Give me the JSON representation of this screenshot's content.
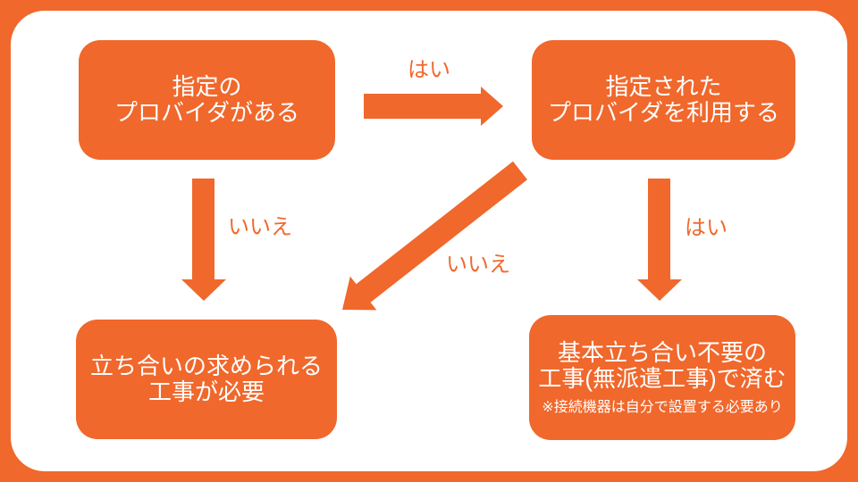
{
  "colors": {
    "orange": "#F0682C",
    "white": "#ffffff"
  },
  "flowchart": {
    "nodes": {
      "top_left": {
        "line1": "指定の",
        "line2": "プロバイダがある"
      },
      "top_right": {
        "line1": "指定された",
        "line2": "プロバイダを利用する"
      },
      "bottom_left": {
        "line1": "立ち合いの求められる",
        "line2": "工事が必要"
      },
      "bottom_right": {
        "line1": "基本立ち合い不要の",
        "line2": "工事(無派遣工事)で済む",
        "note": "※接続機器は自分で設置する必要あり"
      }
    },
    "edge_labels": {
      "top": "はい",
      "left": "いいえ",
      "right": "はい",
      "diagonal": "いいえ"
    }
  }
}
